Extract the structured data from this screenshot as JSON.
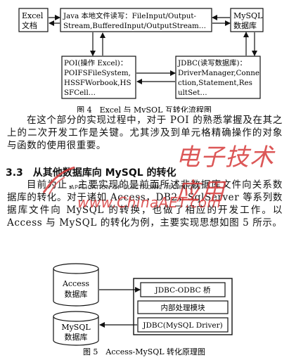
{
  "figure4": {
    "box_excel": [
      "Excel",
      "文档"
    ],
    "box_java": [
      "Java 本地文件读写：FileInput/Output-",
      "Stream,BufferedInput/OutputStream…"
    ],
    "box_mysql": [
      "MySQL",
      "数据库"
    ],
    "box_poi": [
      "POI(操作 Excel)：",
      "POIFSFileSystem,",
      "HSSFWorbook,HS",
      "SFCell…"
    ],
    "box_jdbc": [
      "JDBC(读写数据库)：",
      "DriverManager,Conne",
      "ction,Statement,Res",
      "ultSet…"
    ],
    "caption": "图 4　Excel 与 MySQL 互转化流程图"
  },
  "para1": "在这个部分的实现过程中，对于 POI 的熟悉掌握及在其之上的二次开发工作是关键。尤其涉及到单元格精确操作的对象与函数的使用很重要。",
  "heading": "3.3　从其他数据库向 MySQL 的转化",
  "para2": "目前为止，主要实现的是前面所述非数据库文件向关系数据库的转化。对于诸如 Access，DB2，SqlServer 等系列数据库文件向 MySQL 的转换，也做了相应的开发工作。以 Access 与 MySQL 的转化为例，主要实现思想如图 5 所示。",
  "figure5": {
    "cyl_access": [
      "Access",
      "数据库"
    ],
    "cyl_mysql": [
      "MySQL",
      "数据库"
    ],
    "box_bridge": "JDBC-ODBC 桥",
    "box_internal": "内部处理模块",
    "box_driver": "JDBC(MySQL Driver)",
    "caption": "图 5　Access-MySQL 转化原理图"
  },
  "watermark": {
    "logo": "电子技术应用",
    "subtitle": "APPLICATION OF ELECTRONIC TECHNIQUE",
    "url": "www.ChinaAET.com",
    "color": "#d63a3a"
  }
}
